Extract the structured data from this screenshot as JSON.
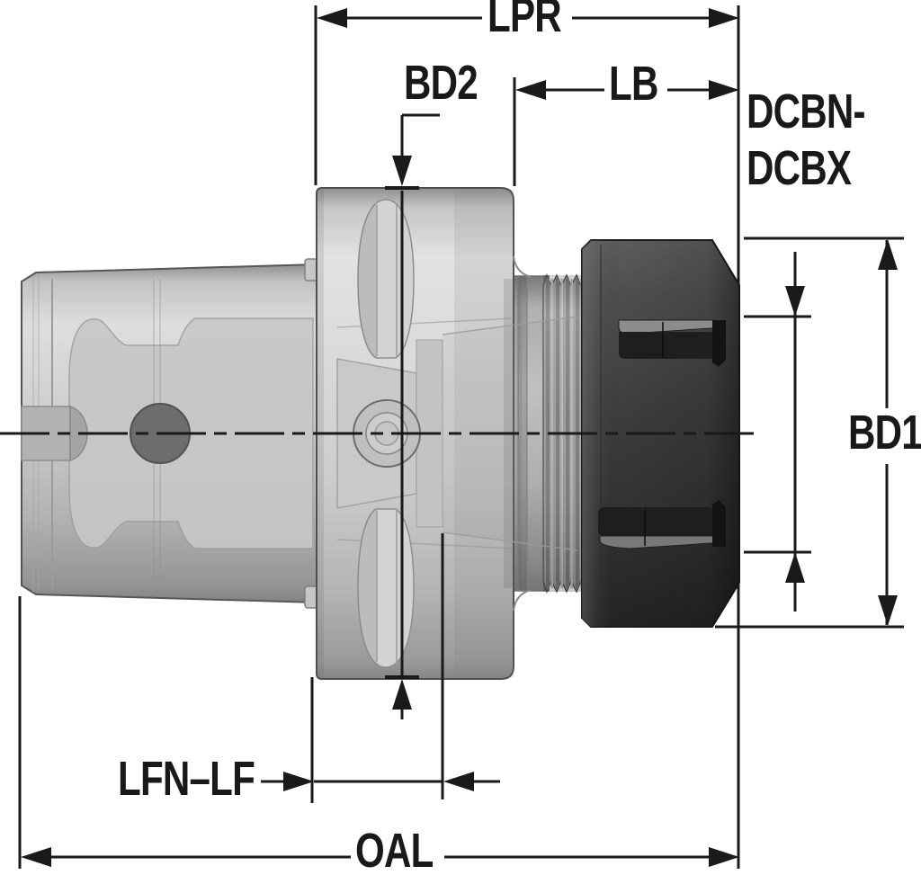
{
  "labels": {
    "lpr": "LPR",
    "bd2": "BD2",
    "lb": "LB",
    "dcbn_dcbx_line1": "DCBN-",
    "dcbn_dcbx_line2": "DCBX",
    "bd1": "BD1",
    "lfn_lf": "LFN–LF",
    "oal": "OAL"
  },
  "colors": {
    "background": "#ffffff",
    "dimension_line": "#1a1a1a",
    "body_light_gray": "#cdcdcd",
    "flange_light_gray": "#d6d6d6",
    "thread_gray": "#a0a0a0",
    "nut_dark_gray": "#3a3a3a",
    "slot_dark": "#1e1e1e"
  }
}
